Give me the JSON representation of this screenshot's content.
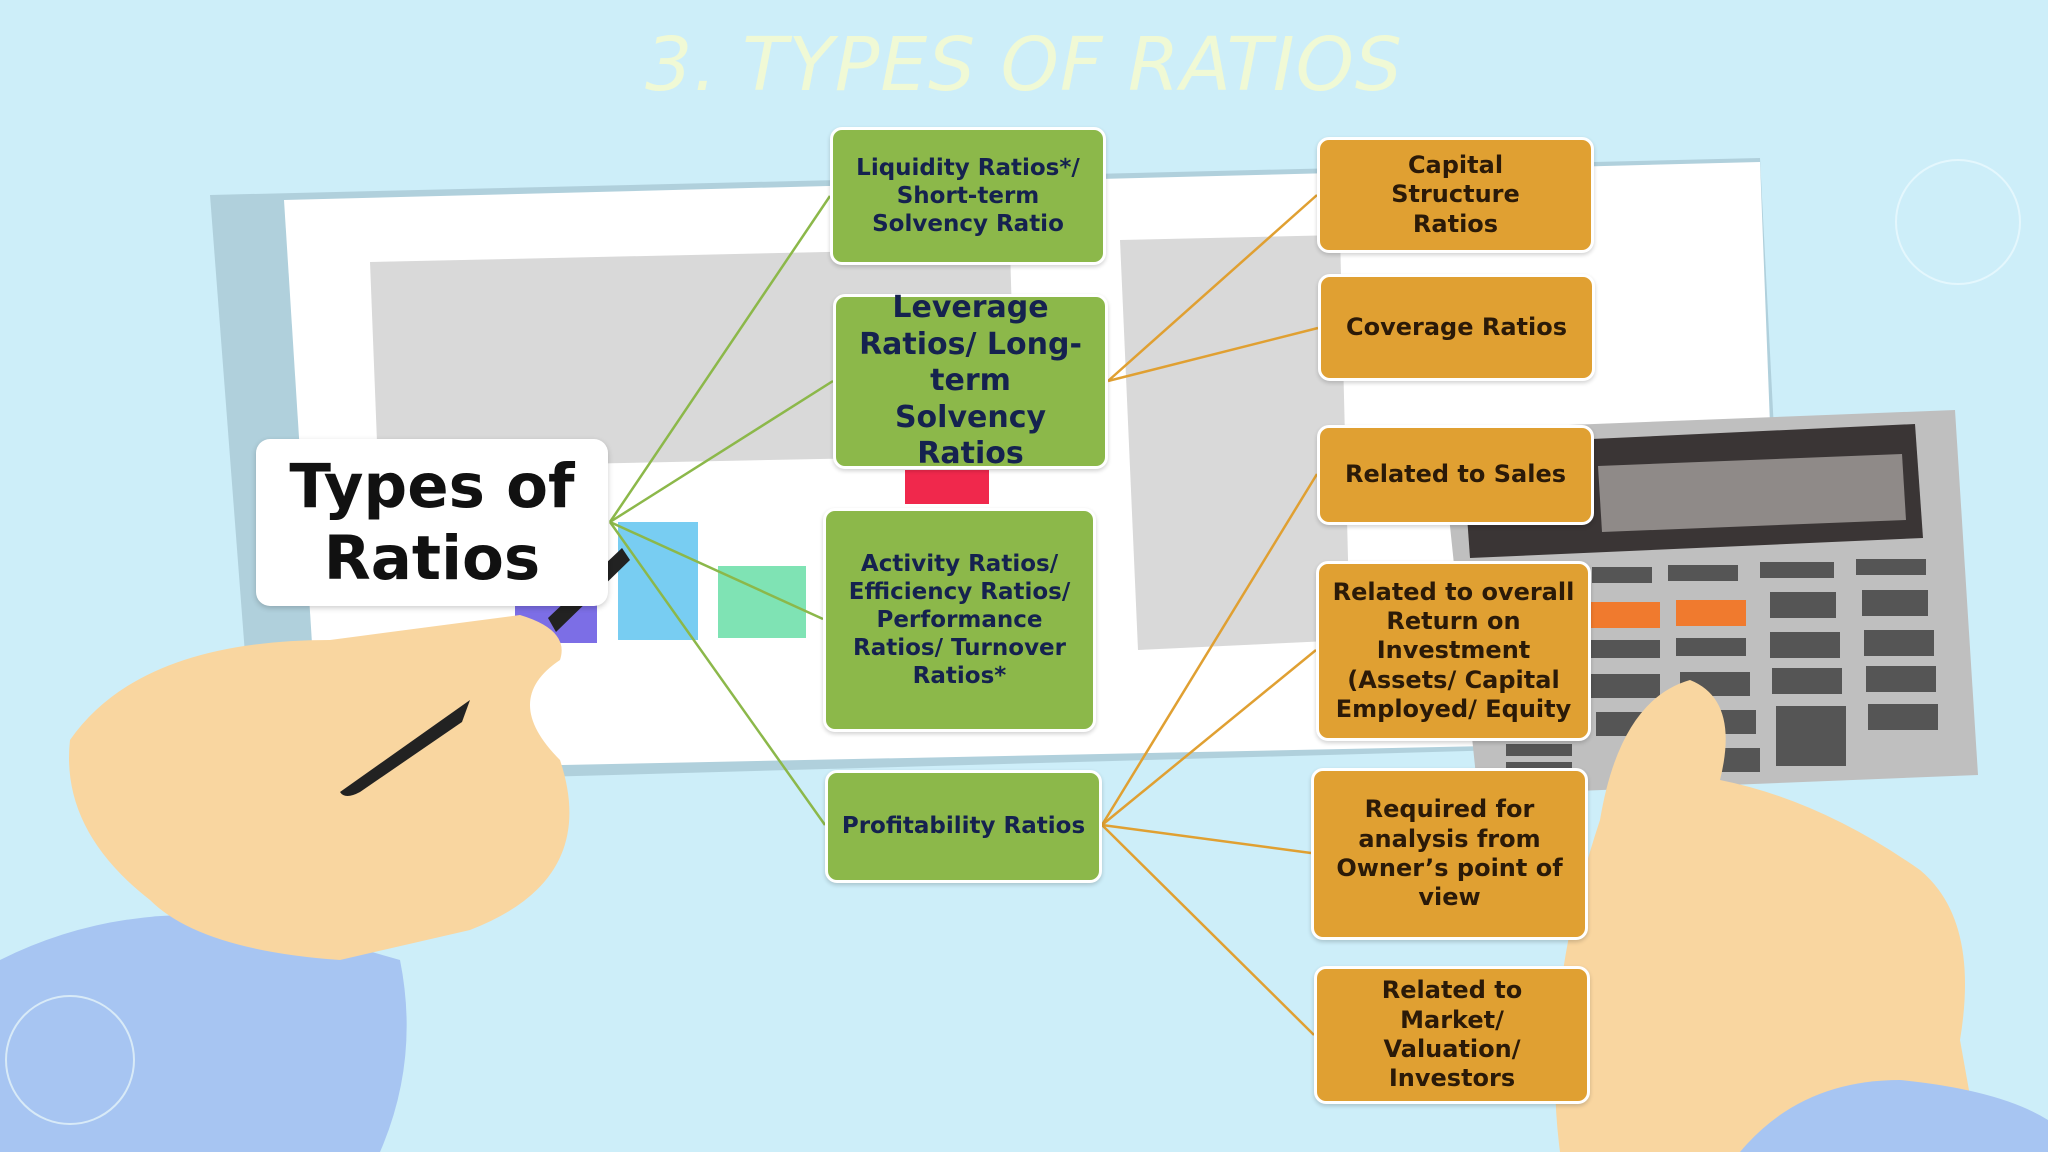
{
  "slide": {
    "title": "3. TYPES OF RATIOS",
    "root": "Types of Ratios"
  },
  "colors": {
    "green_box": "#8cb84a",
    "orange_box": "#e0a032",
    "green_line": "#8cb84a",
    "orange_line": "#e0a032",
    "background": "#cdeef9"
  },
  "categories": [
    {
      "id": "liquidity",
      "label": "Liquidity Ratios*/ Short-term Solvency Ratio"
    },
    {
      "id": "leverage",
      "label": "Leverage Ratios/ Long-term Solvency Ratios"
    },
    {
      "id": "activity",
      "label": "Activity Ratios/ Efficiency Ratios/ Performance Ratios/ Turnover Ratios*"
    },
    {
      "id": "profitability",
      "label": "Profitability Ratios"
    }
  ],
  "leverage_children": [
    {
      "id": "capital-structure",
      "label": "Capital Structure Ratios"
    },
    {
      "id": "coverage",
      "label": "Coverage Ratios"
    }
  ],
  "profitability_children": [
    {
      "id": "sales",
      "label": "Related to Sales"
    },
    {
      "id": "roi",
      "label": "Related to overall Return on Investment (Assets/ Capital Employed/ Equity"
    },
    {
      "id": "owner",
      "label": "Required for analysis from Owner’s point of view"
    },
    {
      "id": "market",
      "label": "Related to Market/ Valuation/ Investors"
    }
  ]
}
